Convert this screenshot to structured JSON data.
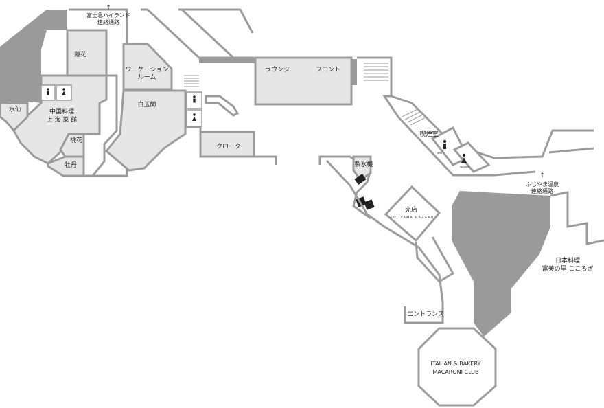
{
  "map": {
    "connectors": {
      "fujikyu": {
        "arrow": "↑",
        "line1": "富士急ハイランド",
        "line2": "連絡通路"
      },
      "onsen": {
        "arrow": "↑",
        "line1": "ふじやま温泉",
        "line2": "連絡通路"
      }
    },
    "rooms": {
      "renka": "蓮花",
      "suisen": "水仙",
      "shanghai_line1": "中国料理",
      "shanghai_line2": "上 海 菜 館",
      "touka": "桃花",
      "botan": "牡丹",
      "workation_line1": "ワーケーション",
      "workation_line2": "ルーム",
      "hakugyokuran": "白玉蘭",
      "cloak": "クローク",
      "lounge": "ラウンジ",
      "front": "フロント",
      "smoking": "喫煙室",
      "ice": "製氷機",
      "shop": "売店",
      "shop_sub": "FUJIYAMA BAZAAR",
      "japanese_line1": "日本料理",
      "japanese_line2": "富美の里 こころぎ",
      "entrance": "エントランス",
      "italian_line1": "ITALIAN & BAKERY",
      "italian_line2": "MACARONI CLUB"
    },
    "restroom": {
      "men": "MEN",
      "women": "WOMEN"
    },
    "icons": [
      "restroom-men-icon",
      "restroom-women-icon",
      "vending-machine-icon",
      "stairs-icon"
    ],
    "colors": {
      "wall": "#9b9b9b",
      "room_fill": "#e6e6e6",
      "dark_fill": "#9a9a9a",
      "text": "#222222"
    }
  }
}
